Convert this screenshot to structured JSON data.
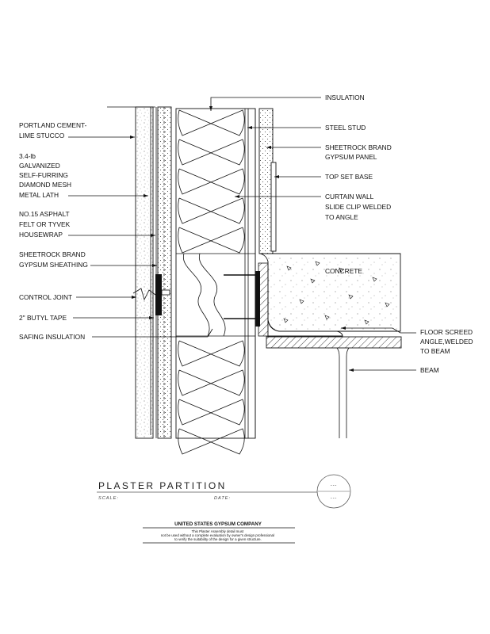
{
  "labels": {
    "left": {
      "stucco": [
        "PORTLAND CEMENT-",
        "LIME STUCCO"
      ],
      "lath": [
        "3.4-lb",
        "GALVANIZED",
        "SELF-FURRING",
        "DIAMOND MESH",
        "METAL LATH"
      ],
      "felt": [
        "NO.15 ASPHALT",
        "FELT OR TYVEK",
        "HOUSEWRAP"
      ],
      "sheathing": [
        "SHEETROCK BRAND",
        "GYPSUM SHEATHING"
      ],
      "control_joint": [
        "CONTROL JOINT"
      ],
      "butyl": [
        "2\" BUTYL TAPE"
      ],
      "safing": [
        "SAFING INSULATION"
      ]
    },
    "right": {
      "insulation": [
        "INSULATION"
      ],
      "steel_stud": [
        "STEEL STUD"
      ],
      "gypsum_panel": [
        "SHEETROCK BRAND",
        "GYPSUM PANEL"
      ],
      "top_set_base": [
        "TOP SET BASE"
      ],
      "slide_clip": [
        "CURTAIN WALL",
        "SLIDE CLIP WELDED",
        "TO ANGLE"
      ],
      "concrete": [
        "CONCRETE"
      ],
      "floor_screed": [
        "FLOOR SCREED",
        "ANGLE,WELDED",
        "TO BEAM"
      ],
      "beam": [
        "BEAM"
      ]
    }
  },
  "title_block": {
    "title": "PLASTER PARTITION",
    "scale_label": "SCALE:",
    "date_label": "DATE:",
    "bubble_top": "---",
    "bubble_bottom": "---"
  },
  "company": {
    "name": "UNITED STATES GYPSUM COMPANY",
    "disclaimer": [
      "This Plaster Assembly detail must",
      "not be used without a complete evaluation by owner's design professional",
      "to verify the suitability of the design for a given structure."
    ]
  }
}
